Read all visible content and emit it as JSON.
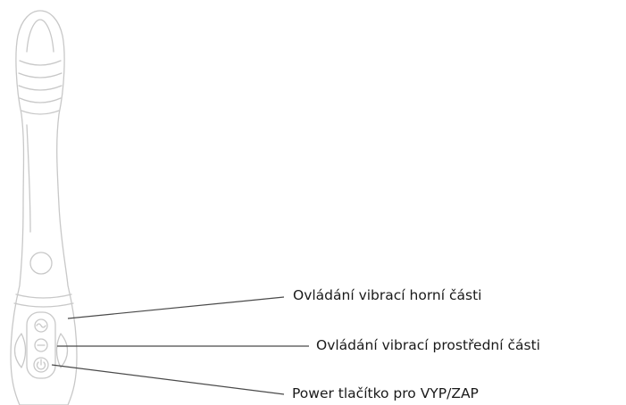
{
  "diagram": {
    "labels": {
      "top_vibration_control": "Ovládání vibrací horní části",
      "middle_vibration_control": "Ovládání vibrací prostřední části",
      "power_button": "Power tlačítko pro VYP/ZAP"
    },
    "colors": {
      "outline": "#c8c8c8",
      "leader_line": "#4a4a4a",
      "text": "#1a1a1a"
    }
  }
}
